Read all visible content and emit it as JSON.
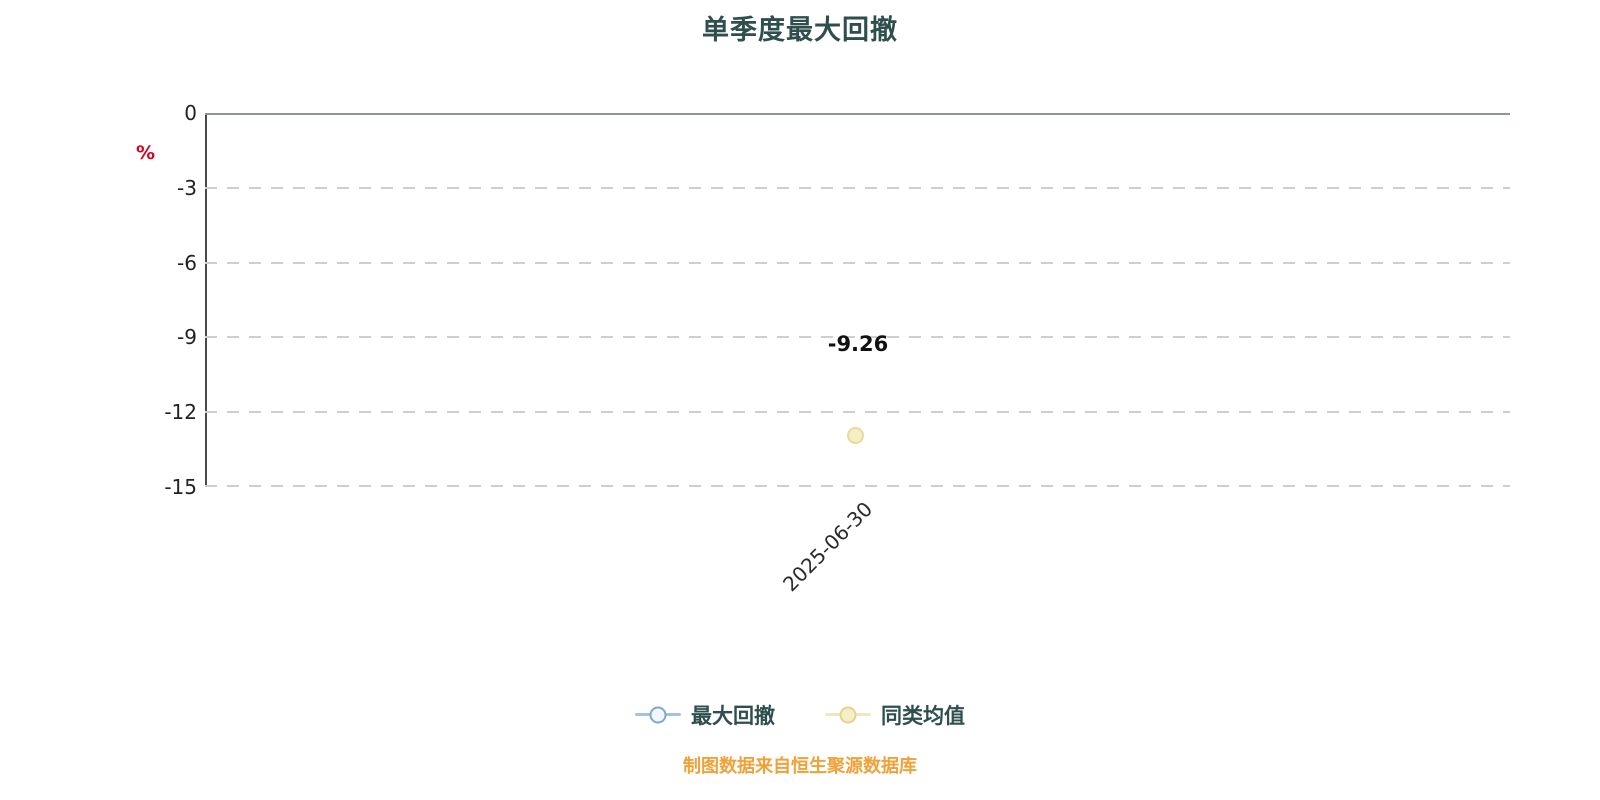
{
  "title": "单季度最大回撤",
  "y_axis": {
    "unit": "%",
    "ticks": [
      "0",
      "-3",
      "-6",
      "-9",
      "-12",
      "-15"
    ]
  },
  "x_axis": {
    "ticks": [
      "2025-06-30"
    ]
  },
  "series": {
    "max_drawdown": {
      "name": "最大回撤",
      "value": -9.26,
      "label": "-9.26"
    },
    "category_average": {
      "name": "同类均值",
      "value": -12.9
    }
  },
  "legend": {
    "items": [
      {
        "label": "最大回撤"
      },
      {
        "label": "同类均值"
      }
    ]
  },
  "footer": {
    "source_note": "制图数据来自恒生聚源数据库"
  },
  "colors": {
    "title": "#2F4F4F",
    "unit_label": "#D9001B",
    "grid_dashed": "#CFCFCF",
    "zero_line": "#8A9898",
    "axis_line": "#4A4A4A",
    "max_drawdown_marker_border": "#84A6CC",
    "max_drawdown_marker_fill": "#F2F7FC",
    "average_marker_border": "#E9D9A0",
    "average_marker_fill": "#F6EFC6",
    "data_label": "#111111",
    "footer_text": "#F0A13A"
  },
  "chart_data": {
    "type": "line",
    "title": "单季度最大回撤",
    "categories": [
      "2025-06-30"
    ],
    "series": [
      {
        "name": "最大回撤",
        "values": [
          -9.26
        ]
      },
      {
        "name": "同类均值",
        "values": [
          -12.9
        ]
      }
    ],
    "ylabel": "%",
    "ylim": [
      -15,
      0
    ],
    "yticks": [
      0,
      -3,
      -6,
      -9,
      -12,
      -15
    ],
    "grid": true,
    "grid_style": "horizontal dashed",
    "legend_position": "bottom",
    "annotations": [
      {
        "text": "-9.26",
        "x": "2025-06-30",
        "y": -9.26
      }
    ],
    "source_note": "制图数据来自恒生聚源数据库"
  }
}
